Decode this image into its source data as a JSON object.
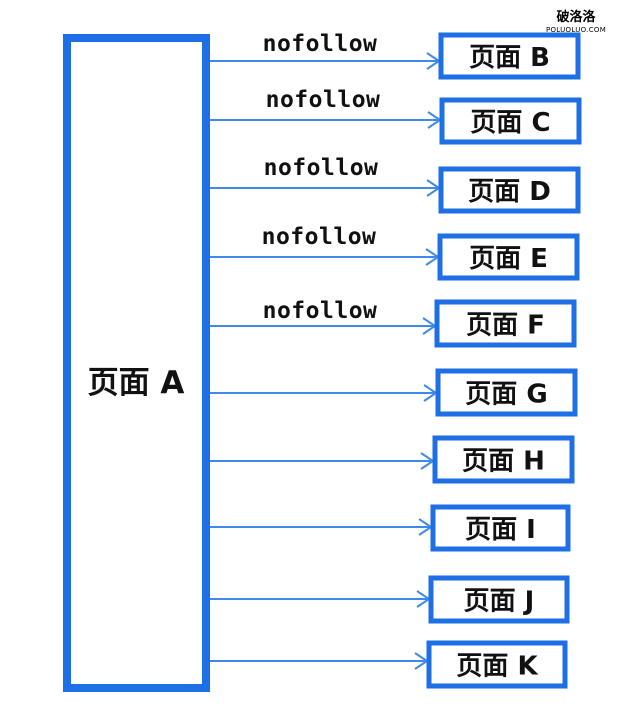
{
  "watermark": {
    "chinese": "破洛洛",
    "latin": "POLUOLUO.COM"
  },
  "source_page": {
    "label": "页面 A"
  },
  "targets": [
    {
      "label": "页面 B",
      "edge_label": "nofollow"
    },
    {
      "label": "页面 C",
      "edge_label": "nofollow"
    },
    {
      "label": "页面 D",
      "edge_label": "nofollow"
    },
    {
      "label": "页面 E",
      "edge_label": "nofollow"
    },
    {
      "label": "页面 F",
      "edge_label": "nofollow"
    },
    {
      "label": "页面 G",
      "edge_label": ""
    },
    {
      "label": "页面 H",
      "edge_label": ""
    },
    {
      "label": "页面 I",
      "edge_label": ""
    },
    {
      "label": "页面 J",
      "edge_label": ""
    },
    {
      "label": "页面 K",
      "edge_label": ""
    }
  ],
  "colors": {
    "box_stroke": "#1e6fe6",
    "arrow_stroke": "#3f8ae8",
    "text": "#111111",
    "background": "#ffffff"
  }
}
